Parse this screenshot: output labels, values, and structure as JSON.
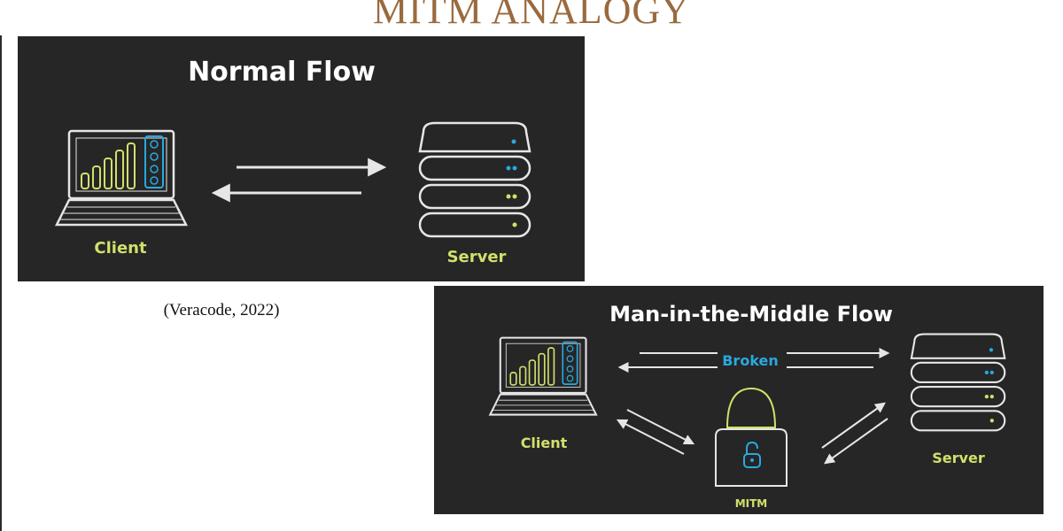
{
  "slide": {
    "title": "MITM ANALOGY"
  },
  "normal_flow": {
    "title": "Normal Flow",
    "client_label": "Client",
    "server_label": "Server"
  },
  "mitm_flow": {
    "title": "Man-in-the-Middle Flow",
    "client_label": "Client",
    "server_label": "Server",
    "broken_label": "Broken",
    "mitm_label": "MITM"
  },
  "caption": "(Veracode, 2022)",
  "colors": {
    "panel_bg": "#262626",
    "line": "#e6e6e6",
    "accent_green": "#d2e06a",
    "accent_blue": "#29a8e0",
    "title_brown": "#9a6a3e"
  },
  "icons": [
    "laptop-icon",
    "server-icon",
    "hacker-icon",
    "padlock-icon",
    "arrow-icon"
  ]
}
